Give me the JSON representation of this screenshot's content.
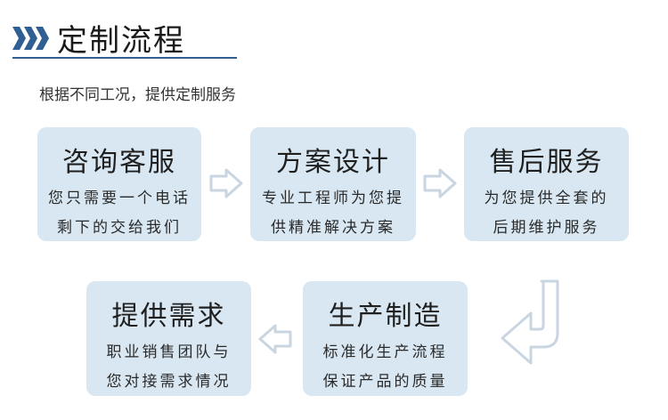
{
  "header": {
    "title": "定制流程",
    "subtitle": "根据不同工况，提供定制服务"
  },
  "steps": [
    {
      "title": "咨询客服",
      "lines": [
        "您只需要一个电话",
        "剩下的交给我们"
      ]
    },
    {
      "title": "方案设计",
      "lines": [
        "专业工程师为您提",
        "供精准解决方案"
      ]
    },
    {
      "title": "售后服务",
      "lines": [
        "为您提供全套的",
        "后期维护服务"
      ]
    },
    {
      "title": "提供需求",
      "lines": [
        "职业销售团队与",
        "您对接需求情况"
      ]
    },
    {
      "title": "生产制造",
      "lines": [
        "标准化生产流程",
        "保证产品的质量"
      ]
    }
  ],
  "colors": {
    "accent": "#2f5f93",
    "card_bg": "#d8e7f1",
    "arrow_outline": "#c9d6e1"
  },
  "icons": [
    "chevrons-icon",
    "arrow-right-icon",
    "arrow-down-left-icon",
    "arrow-left-icon"
  ]
}
